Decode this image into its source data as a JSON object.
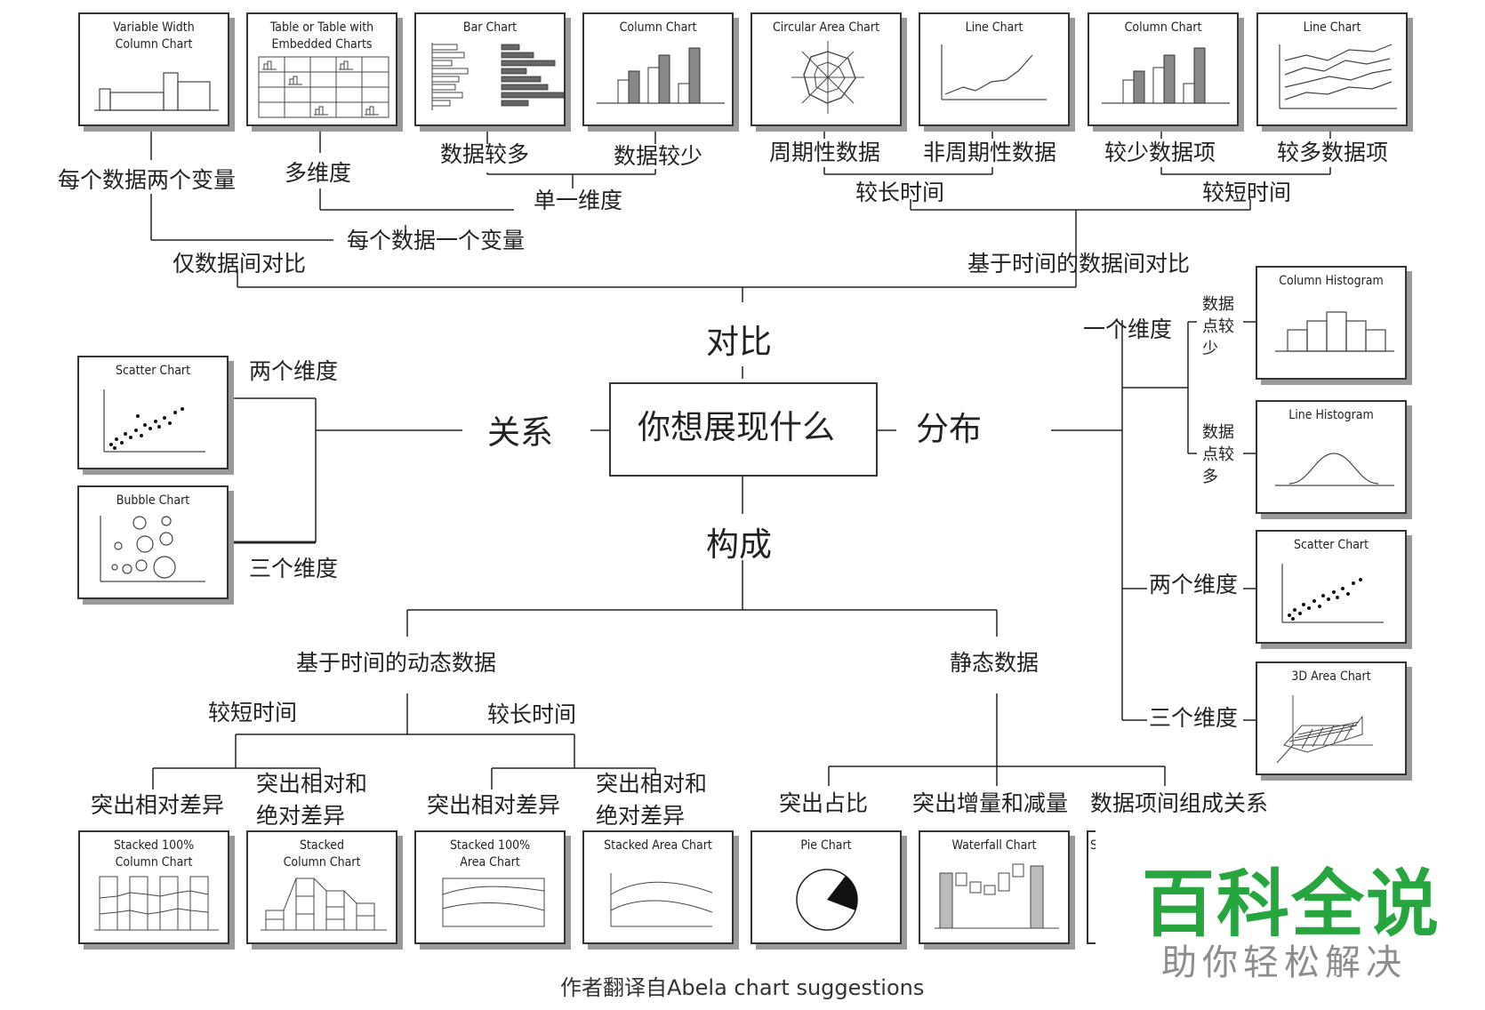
{
  "center": "你想展现什么",
  "branches": {
    "comparison": "对比",
    "relationship": "关系",
    "distribution": "分布",
    "composition": "构成"
  },
  "comparison": {
    "among_items": "仅数据间对比",
    "over_time": "基于时间的数据间对比",
    "two_variables_per_item": "每个数据两个变量",
    "one_variable_per_item": "每个数据一个变量",
    "many_categories": "多维度",
    "single_category": "单一维度",
    "many_items": "数据较多",
    "few_items": "数据较少",
    "many_periods": "较长时间",
    "few_periods": "较短时间",
    "cyclical": "周期性数据",
    "non_cyclical": "非周期性数据",
    "few_categories": "较少数据项",
    "many_categories_time": "较多数据项"
  },
  "relationship": {
    "two_variables": "两个维度",
    "three_variables": "三个维度"
  },
  "distribution": {
    "single_variable": "一个维度",
    "few_points": "数据点较少",
    "many_points": "数据点较多",
    "two_variables": "两个维度",
    "three_variables": "三个维度"
  },
  "composition": {
    "changing_over_time": "基于时间的动态数据",
    "static": "静态数据",
    "few_periods": "较短时间",
    "many_periods": "较长时间",
    "relative_only_1": "突出相对差异",
    "relative_absolute_1": "突出相对和绝对差异",
    "relative_only_2": "突出相对差异",
    "relative_absolute_2": "突出相对和绝对差异",
    "share_of_total": "突出占比",
    "accumulation": "突出增量和减量",
    "components": "数据项间组成关系"
  },
  "charts": {
    "variable_width": "Variable Width\nColumn Chart",
    "table_embedded": "Table or Table with\nEmbedded Charts",
    "bar": "Bar Chart",
    "column_1": "Column Chart",
    "circular_area": "Circular Area Chart",
    "line_1": "Line Chart",
    "column_2": "Column Chart",
    "line_2": "Line Chart",
    "scatter_rel": "Scatter Chart",
    "bubble": "Bubble Chart",
    "column_histogram": "Column Histogram",
    "line_histogram": "Line Histogram",
    "scatter_dist": "Scatter Chart",
    "area_3d": "3D Area Chart",
    "stacked_100_column": "Stacked 100%\nColumn Chart",
    "stacked_column": "Stacked\nColumn Chart",
    "stacked_100_area": "Stacked 100%\nArea Chart",
    "stacked_area": "Stacked Area Chart",
    "pie": "Pie Chart",
    "waterfall": "Waterfall Chart",
    "partial": "S"
  },
  "footer": "作者翻译自Abela chart suggestions",
  "watermark": {
    "title": "百科全说",
    "subtitle": "助你轻松解决"
  }
}
